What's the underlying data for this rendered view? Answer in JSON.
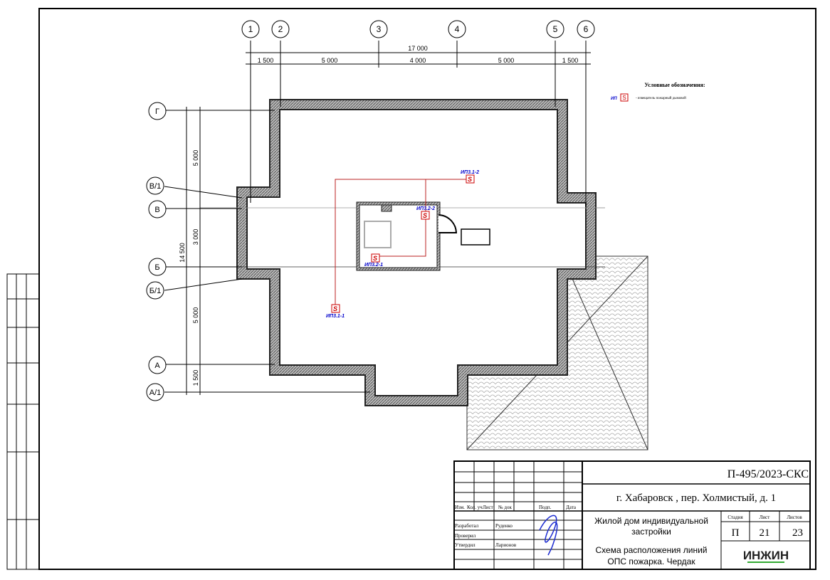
{
  "columns": [
    "1",
    "2",
    "3",
    "4",
    "5",
    "6"
  ],
  "rows": [
    "Г",
    "В/1",
    "В",
    "Б",
    "Б/1",
    "А",
    "А/1"
  ],
  "dims_top": {
    "total": "17 000",
    "segments": [
      "1 500",
      "5 000",
      "4 000",
      "5 000",
      "1 500"
    ]
  },
  "dims_left": {
    "total": "14 500",
    "segments": [
      "5 000",
      "3 000",
      "5 000",
      "1 500"
    ]
  },
  "legend": {
    "title": "Условные обозначения:",
    "symbol": "ИП",
    "desc": "- извещатель пожарный дымовой",
    "color_symbol": "#cc0000",
    "color_label": "#0000cc"
  },
  "detectors": [
    "ИП3.1-2",
    "ИП3.2-2",
    "ИП3.2-1",
    "ИП3.1-1"
  ],
  "title_block": {
    "code": "П-495/2023-СКС",
    "address": "г. Хабаровск , пер. Холмистый, д. 1",
    "headers": [
      "Изм.",
      "Кол. уч",
      "Лист",
      "№ док",
      "Подп.",
      "Дата"
    ],
    "roles": [
      {
        "role": "Разработал",
        "name": "Руденко"
      },
      {
        "role": "Проверил",
        "name": ""
      },
      {
        "role": "Утвердил",
        "name": "Ларионов"
      }
    ],
    "object": "Жилой дом индивидуальной застройки",
    "sheet_title": "Схема расположения линий ОПС пожарка. Чердак",
    "stage_label": "Стадия",
    "sheet_label": "Лист",
    "sheets_label": "Листов",
    "stage": "П",
    "sheet": "21",
    "sheets": "23",
    "logo": "ИНЖИН"
  }
}
